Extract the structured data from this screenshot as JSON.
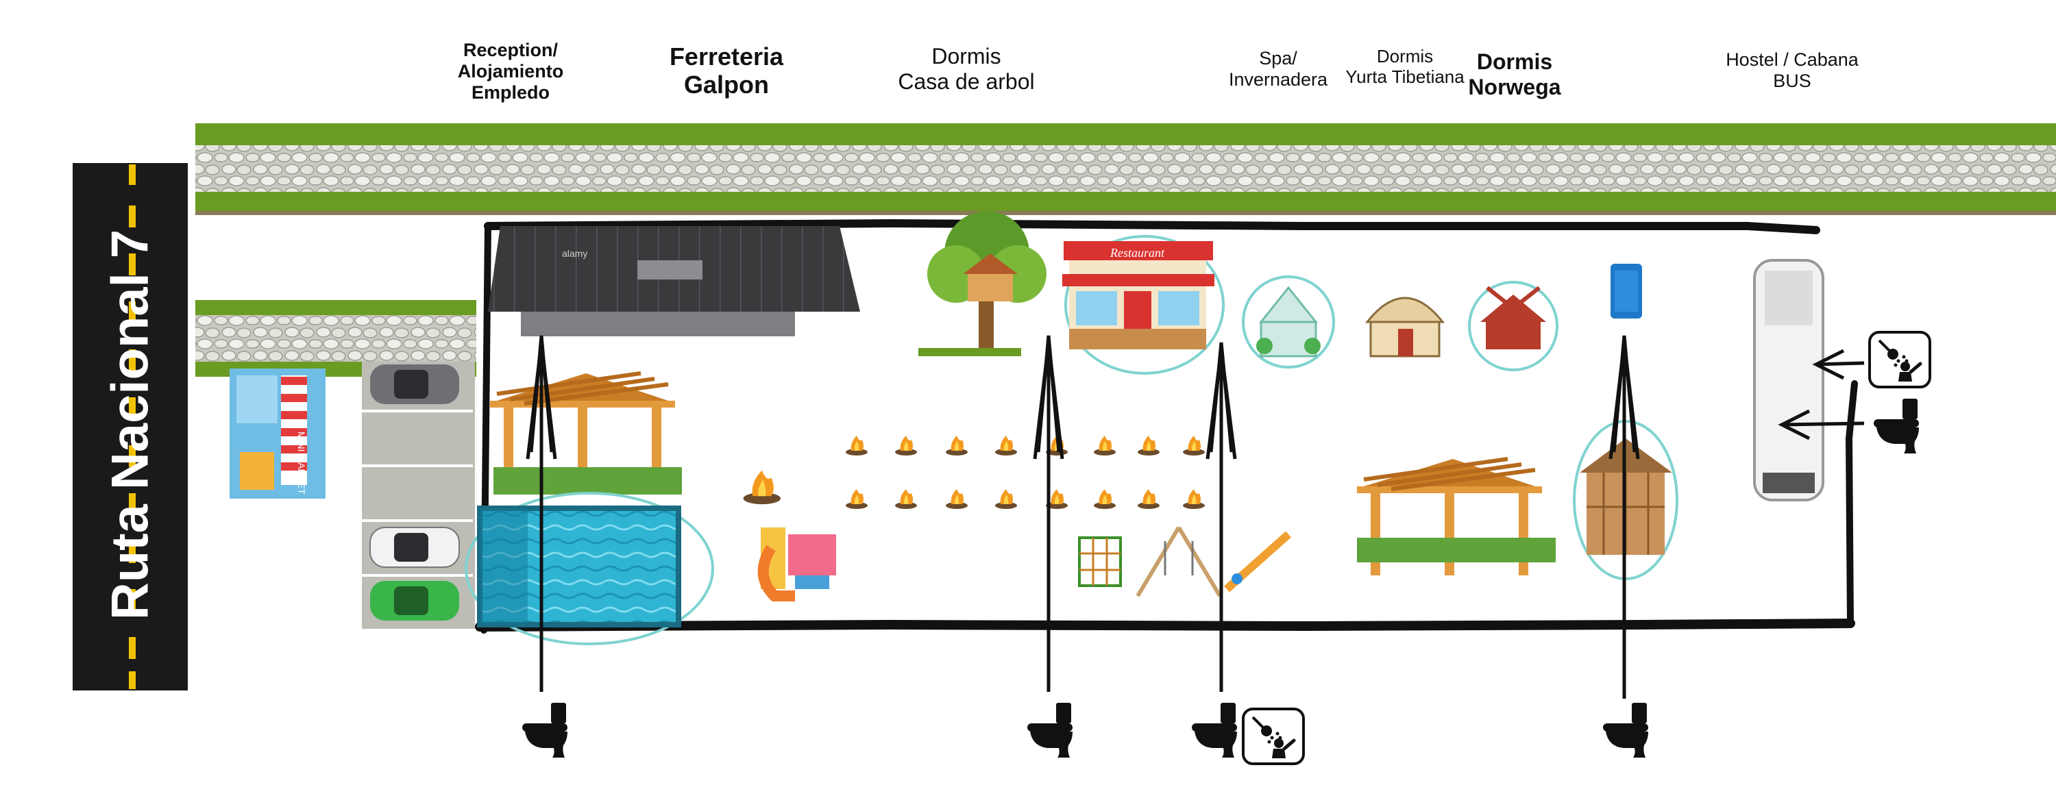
{
  "road": {
    "name": "Ruta Nacional 7"
  },
  "labels": {
    "reception": [
      "Reception/",
      "Alojamiento",
      "Empledo"
    ],
    "ferreteria": [
      "Ferreteria",
      "Galpon"
    ],
    "dormis_arbol": [
      "Dormis",
      "Casa de arbol"
    ],
    "spa": [
      "Spa/",
      "Invernadera"
    ],
    "dormis_yurta": [
      "Dormis",
      "Yurta Tibetiana"
    ],
    "dormis_norwega": [
      "Dormis",
      "Norwega"
    ],
    "hostel": [
      "Hostel / Cabana",
      "BUS"
    ]
  },
  "signage": {
    "restaurant": "Restaurant",
    "mini_market": "MINI MARKET",
    "watermark": "alamy"
  },
  "icons": [
    "toilet-icon",
    "shower-icon",
    "campfire-icon",
    "arrow-icon"
  ],
  "colors": {
    "road": "#1a1a1a",
    "road_line": "#f2c200",
    "grass": "#5d8a1e",
    "stone": "#d9d9d4",
    "pool": "#1ea6c6",
    "wood": "#d9912f",
    "teal_ring": "#7fd3cf"
  }
}
